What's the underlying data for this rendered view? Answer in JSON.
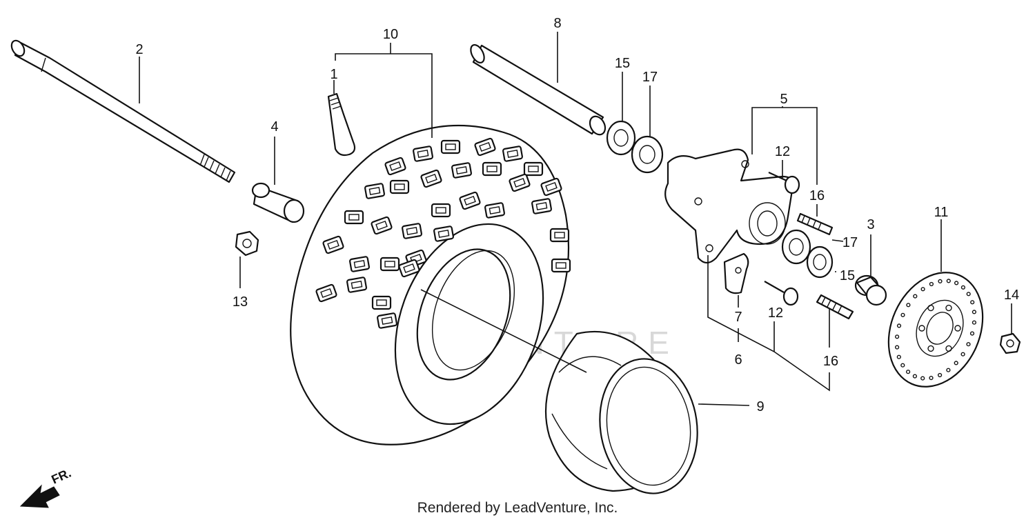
{
  "callouts": [
    "1",
    "2",
    "3",
    "4",
    "5",
    "6",
    "7",
    "8",
    "9",
    "10",
    "11",
    "12",
    "12",
    "13",
    "14",
    "15",
    "15",
    "16",
    "16",
    "17",
    "17"
  ],
  "direction_label": "FR.",
  "watermark": "LEADVENTURE",
  "footer": "Rendered by LeadVenture, Inc."
}
